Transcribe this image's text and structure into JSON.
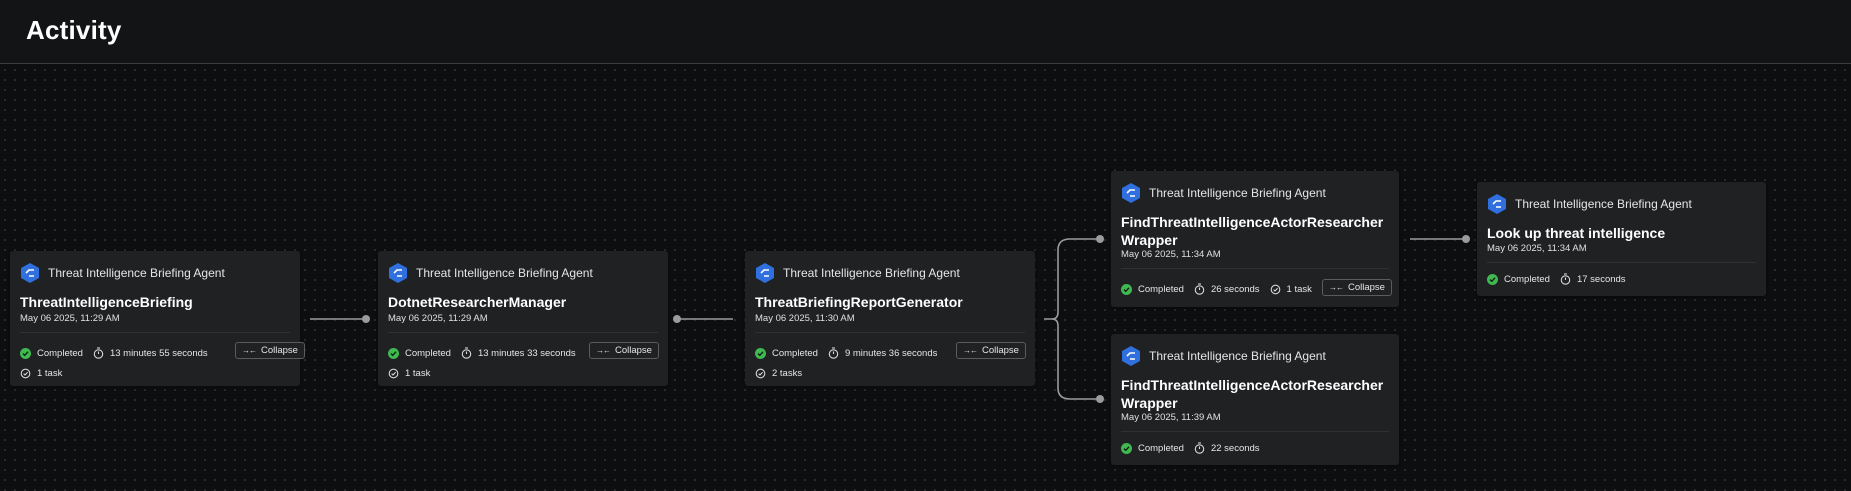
{
  "header": {
    "title": "Activity"
  },
  "nodes": [
    {
      "agent": "Threat Intelligence Briefing Agent",
      "title": "ThreatIntelligenceBriefing",
      "date": "May 06 2025, 11:29 AM",
      "status": "Completed",
      "duration": "13 minutes 55 seconds",
      "tasks": "1 task",
      "collapse_label": "Collapse"
    },
    {
      "agent": "Threat Intelligence Briefing Agent",
      "title": "DotnetResearcherManager",
      "date": "May 06 2025, 11:29 AM",
      "status": "Completed",
      "duration": "13 minutes 33 seconds",
      "tasks": "1 task",
      "collapse_label": "Collapse"
    },
    {
      "agent": "Threat Intelligence Briefing Agent",
      "title": "ThreatBriefingReportGenerator",
      "date": "May 06 2025, 11:30 AM",
      "status": "Completed",
      "duration": "9 minutes 36 seconds",
      "tasks": "2 tasks",
      "collapse_label": "Collapse"
    },
    {
      "agent": "Threat Intelligence Briefing Agent",
      "title": "FindThreatIntelligenceActorResearcherWrapper",
      "date": "May 06 2025, 11:34 AM",
      "status": "Completed",
      "duration": "26 seconds",
      "tasks": "1 task",
      "collapse_label": "Collapse"
    },
    {
      "agent": "Threat Intelligence Briefing Agent",
      "title": "FindThreatIntelligenceActorResearcherWrapper",
      "date": "May 06 2025, 11:39 AM",
      "status": "Completed",
      "duration": "22 seconds"
    },
    {
      "agent": "Threat Intelligence Briefing Agent",
      "title": "Look up threat intelligence",
      "date": "May 06 2025, 11:34 AM",
      "status": "Completed",
      "duration": "17 seconds"
    }
  ]
}
